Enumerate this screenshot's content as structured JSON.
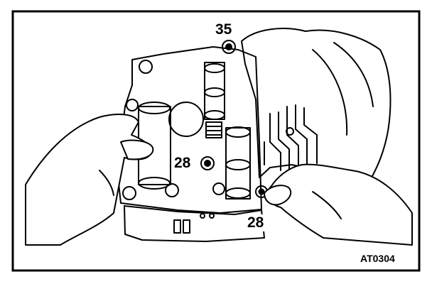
{
  "callouts": {
    "top": "35",
    "middle": "28",
    "bottom": "28"
  },
  "figure_code": "AT0304",
  "colors": {
    "line": "#000000",
    "background": "#ffffff"
  }
}
